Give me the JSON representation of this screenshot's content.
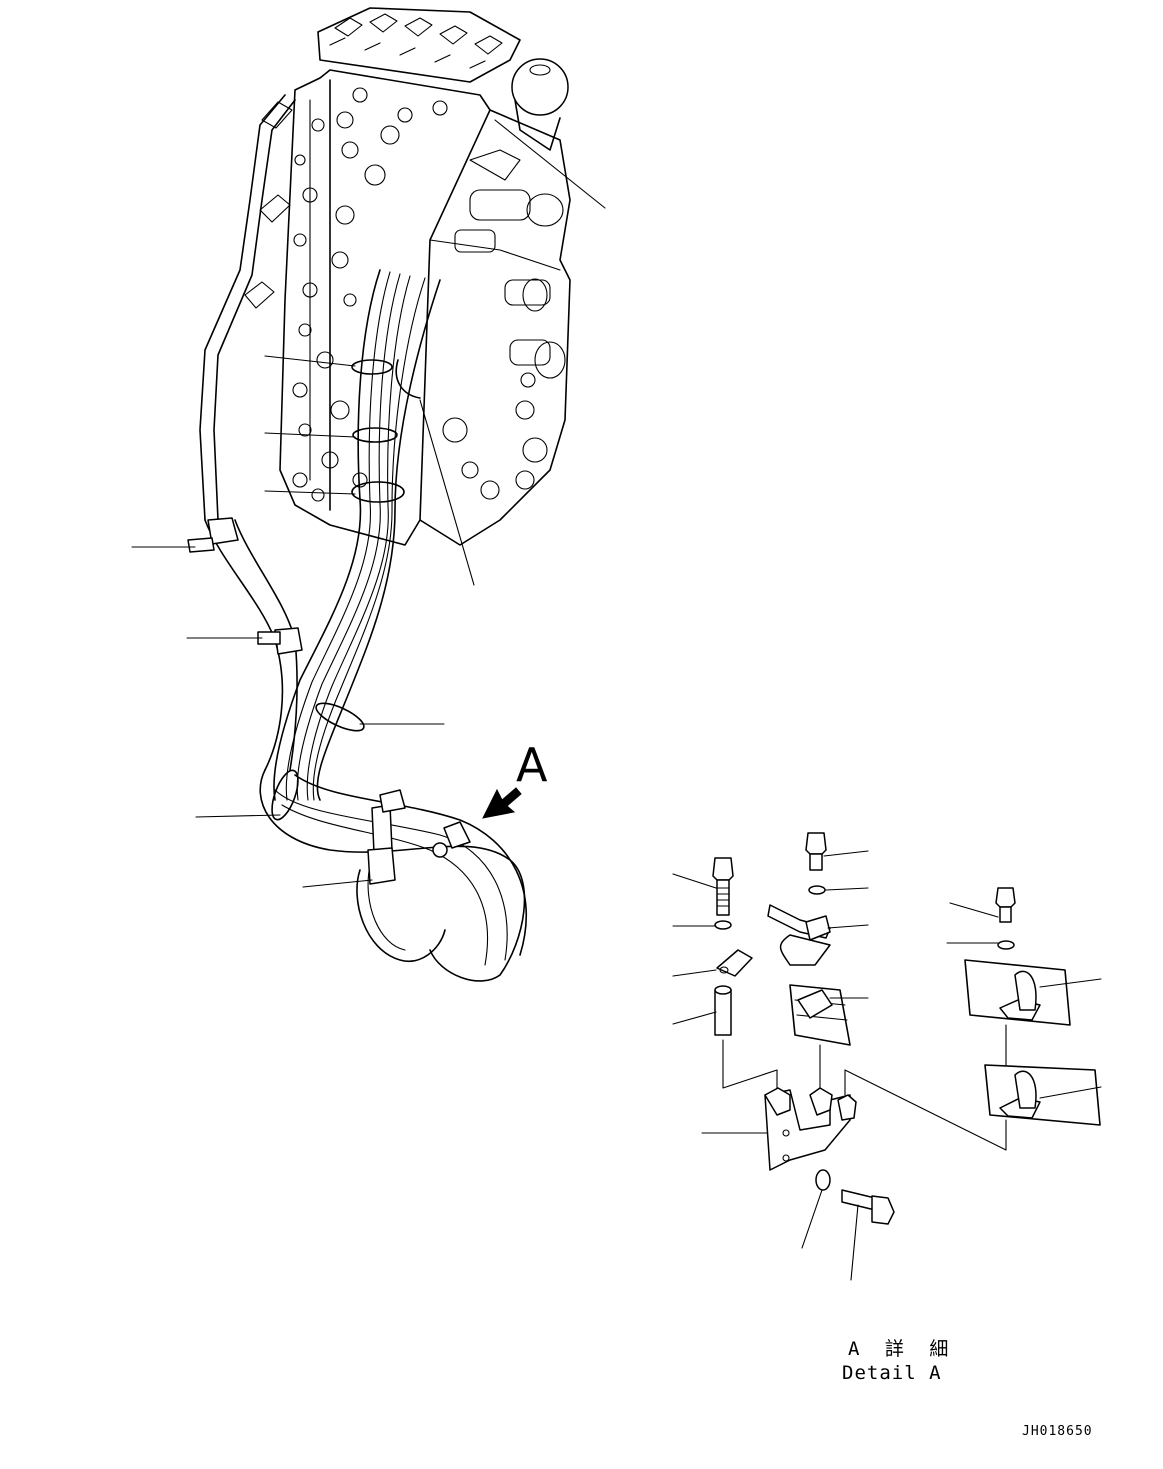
{
  "view_marker": "A",
  "detail_label_jp": "A 詳 細",
  "detail_label_en": "Detail A",
  "drawing_number": "JH018650"
}
